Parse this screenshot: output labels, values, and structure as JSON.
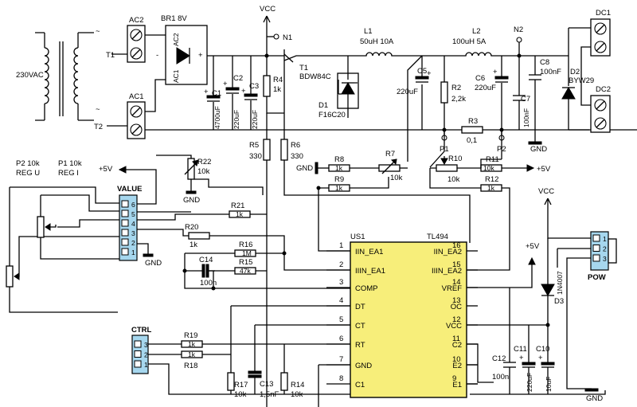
{
  "mains": "230VAC",
  "transformer": {
    "t1": "T1",
    "t2": "T2",
    "tilde": "~"
  },
  "connectors": {
    "ac1": "AC1",
    "ac2": "AC2",
    "dc1": "DC1",
    "dc2": "DC2"
  },
  "bridge": {
    "name": "BR1 8V",
    "ac1": "AC1",
    "ac2": "AC2",
    "plus": "+",
    "minus": "-"
  },
  "nets": {
    "vcc": "VCC",
    "gnd": "GND",
    "p5v": "+5V",
    "n1": "N1",
    "n2": "N2",
    "p1": "P1",
    "p2": "P2"
  },
  "components": {
    "C1": {
      "ref": "C1",
      "val": "4700uF"
    },
    "C2": {
      "ref": "C2",
      "val": "220uF"
    },
    "C3": {
      "ref": "C3",
      "val": "220uF"
    },
    "R4": {
      "ref": "R4",
      "val": "1k"
    },
    "T1": {
      "ref": "T1",
      "val": "BDW84C"
    },
    "L1": {
      "ref": "L1",
      "val": "50uH 10A"
    },
    "L2": {
      "ref": "L2",
      "val": "100uH 5A"
    },
    "D1": {
      "ref": "D1",
      "val": "F16C20"
    },
    "C5": {
      "ref": "C5",
      "val": "220uF"
    },
    "R2": {
      "ref": "R2",
      "val": "2,2k"
    },
    "C6": {
      "ref": "C6",
      "val": "220uF"
    },
    "C7": {
      "ref": "C7",
      "val": "100nF"
    },
    "C8": {
      "ref": "C8",
      "val": "100nF"
    },
    "D2": {
      "ref": "D2",
      "val": "BYW29"
    },
    "R3": {
      "ref": "R3",
      "val": "0,1"
    },
    "R5": {
      "ref": "R5",
      "val": "330"
    },
    "R6": {
      "ref": "R6",
      "val": "330"
    },
    "R8": {
      "ref": "R8",
      "val": "1k"
    },
    "R9": {
      "ref": "R9",
      "val": "1k"
    },
    "R7": {
      "ref": "R7",
      "val": "10k"
    },
    "R10": {
      "ref": "R10",
      "val": "10k"
    },
    "R11": {
      "ref": "R11",
      "val": "10k"
    },
    "R12": {
      "ref": "R12",
      "val": "1k"
    },
    "R22": {
      "ref": "R22",
      "val": "10k"
    },
    "R21": {
      "ref": "R21",
      "val": "1k"
    },
    "R20": {
      "ref": "R20",
      "val": "1k"
    },
    "R16": {
      "ref": "R16",
      "val": "1M"
    },
    "R15": {
      "ref": "R15",
      "val": "47k"
    },
    "C14": {
      "ref": "C14",
      "val": "100n"
    },
    "R19": {
      "ref": "R19",
      "val": "1k"
    },
    "R18": {
      "ref": "R18",
      "val": "1k"
    },
    "R17": {
      "ref": "R17",
      "val": "10k"
    },
    "C13": {
      "ref": "C13",
      "val": "1,5nF"
    },
    "R14": {
      "ref": "R14",
      "val": "10k"
    },
    "C12": {
      "ref": "C12",
      "val": "100n"
    },
    "C11": {
      "ref": "C11",
      "val": "220uF"
    },
    "C10": {
      "ref": "C10",
      "val": "10uF"
    },
    "D3": {
      "ref": "D3",
      "val": "1N4007"
    }
  },
  "pots": {
    "p2": "P2 10k",
    "p2_sub": "REG U",
    "p1": "P1 10k",
    "p1_sub": "REG I"
  },
  "value_header": {
    "label": "VALUE",
    "pins": [
      "6",
      "5",
      "4",
      "3",
      "2",
      "1"
    ]
  },
  "ctrl_header": {
    "label": "CTRL",
    "pins": [
      "3",
      "2",
      "1"
    ]
  },
  "pow_header": {
    "label": "POW",
    "pins": [
      "1",
      "2",
      "3"
    ]
  },
  "ic": {
    "ref": "US1",
    "part": "TL494",
    "left": [
      {
        "num": "1",
        "name": "IN_EA1"
      },
      {
        "num": "2",
        "name": "IN_EA1"
      },
      {
        "num": "3",
        "name": "COMP"
      },
      {
        "num": "4",
        "name": "DT"
      },
      {
        "num": "5",
        "name": "CT"
      },
      {
        "num": "6",
        "name": "RT"
      },
      {
        "num": "7",
        "name": "GND"
      },
      {
        "num": "8",
        "name": "C1"
      }
    ],
    "right": [
      {
        "num": "16",
        "name": "IN_EA2"
      },
      {
        "num": "15",
        "name": "IN_EA2"
      },
      {
        "num": "14",
        "name": "VREF"
      },
      {
        "num": "13",
        "name": "OC"
      },
      {
        "num": "12",
        "name": "VCC"
      },
      {
        "num": "11",
        "name": "C2"
      },
      {
        "num": "10",
        "name": "E2"
      },
      {
        "num": "9",
        "name": "E1"
      }
    ],
    "left_signs": [
      "I",
      "II",
      "",
      "",
      "",
      "",
      "",
      ""
    ],
    "right_signs": [
      "I",
      "II",
      "",
      "",
      "",
      "",
      "",
      ""
    ]
  }
}
